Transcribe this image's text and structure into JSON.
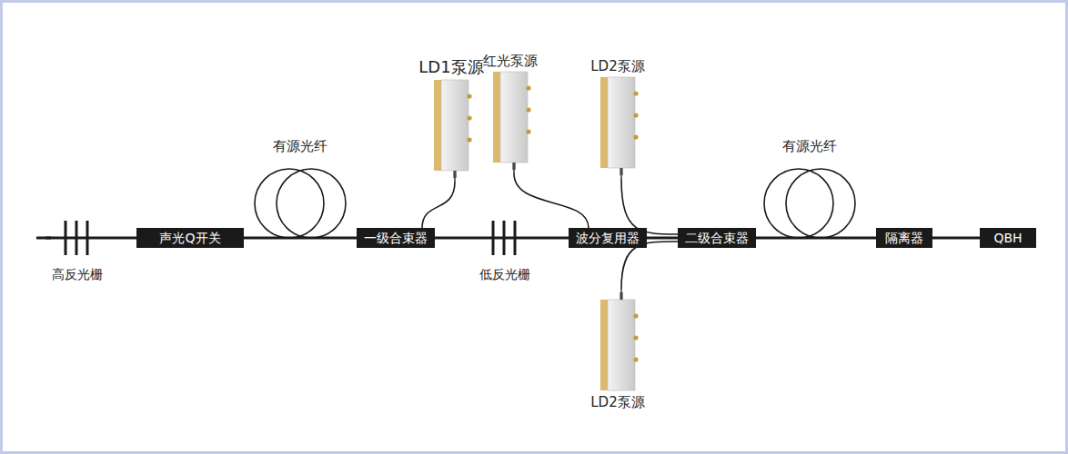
{
  "diagram": {
    "nodes": [
      {
        "text": [
          "高反光栅"
        ]
      },
      {
        "text": [
          "声光Q开关"
        ]
      },
      {
        "text": [
          "有源光纤"
        ]
      },
      {
        "text": [
          "LD1泵源"
        ]
      },
      {
        "text": [
          "一级合束器"
        ]
      },
      {
        "text": [
          "低反光栅"
        ]
      },
      {
        "text": [
          "红光泵源"
        ]
      },
      {
        "text": [
          "波分复用器"
        ]
      },
      {
        "text": [
          "LD2泵源"
        ]
      },
      {
        "text": [
          "LD2泵源"
        ]
      },
      {
        "text": [
          "二级合束器"
        ]
      },
      {
        "text": [
          "有源光纤"
        ]
      },
      {
        "text": [
          "隔离器"
        ]
      },
      {
        "text": [
          "QBH"
        ]
      }
    ],
    "edges": [
      {
        "from": 0,
        "to": 1,
        "arrow": "none"
      },
      {
        "from": 1,
        "to": 2,
        "arrow": "none"
      },
      {
        "from": 2,
        "to": 4,
        "arrow": "none"
      },
      {
        "from": 3,
        "to": 4,
        "arrow": "none"
      },
      {
        "from": 4,
        "to": 5,
        "arrow": "none"
      },
      {
        "from": 5,
        "to": 7,
        "arrow": "none"
      },
      {
        "from": 6,
        "to": 7,
        "arrow": "none"
      },
      {
        "from": 7,
        "to": 10,
        "arrow": "none"
      },
      {
        "from": 8,
        "to": 10,
        "arrow": "none"
      },
      {
        "from": 9,
        "to": 10,
        "arrow": "none"
      },
      {
        "from": 10,
        "to": 11,
        "arrow": "none"
      },
      {
        "from": 11,
        "to": 12,
        "arrow": "none"
      },
      {
        "from": 12,
        "to": 13,
        "arrow": "none"
      }
    ]
  }
}
